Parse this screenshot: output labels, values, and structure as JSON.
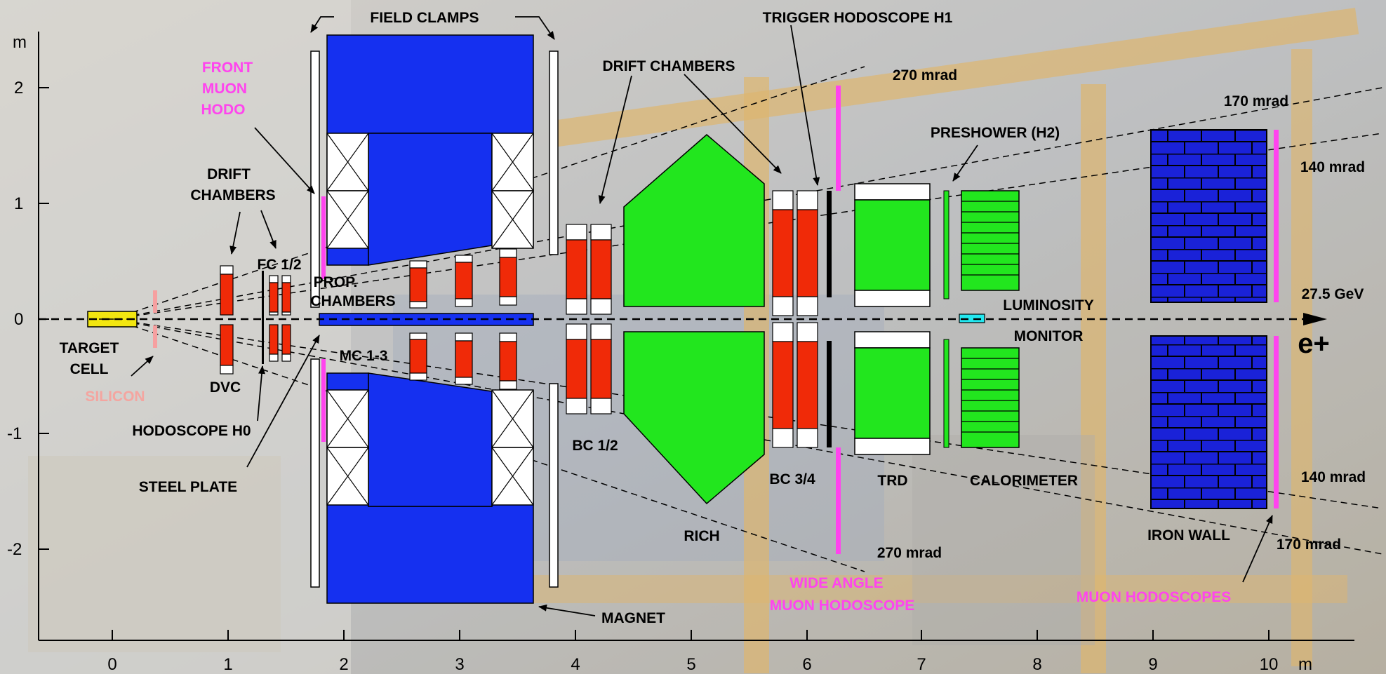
{
  "colors": {
    "magnet": "#1530f0",
    "rich": "#22e61e",
    "chamber": "#f02a08",
    "target": "#f2e610",
    "silicon": "#f6a0a0",
    "hodoscope": "#ff44ee",
    "iron_wall": "#1a22d8",
    "luminosity": "#22e8f0"
  },
  "axes": {
    "y_unit": "m",
    "x_unit": "m",
    "y_ticks": [
      "2",
      "1",
      "0",
      "-1",
      "-2"
    ],
    "x_ticks": [
      "0",
      "1",
      "2",
      "3",
      "4",
      "5",
      "6",
      "7",
      "8",
      "9",
      "10"
    ]
  },
  "labels": {
    "field_clamps": "FIELD CLAMPS",
    "trigger_h1": "TRIGGER HODOSCOPE H1",
    "front_muon_1": "FRONT",
    "front_muon_2": "MUON",
    "front_muon_3": "HODO",
    "drift_chambers_top": "DRIFT CHAMBERS",
    "drift_left_1": "DRIFT",
    "drift_left_2": "CHAMBERS",
    "fc12": "FC 1/2",
    "prop_1": "PROP.",
    "prop_2": "CHAMBERS",
    "preshower": "PRESHOWER (H2)",
    "luminosity_1": "LUMINOSITY",
    "luminosity_2": "MONITOR",
    "target_1": "TARGET",
    "target_2": "CELL",
    "silicon": "SILICON",
    "dvc": "DVC",
    "mc13": "MC 1-3",
    "hodoscope_h0": "HODOSCOPE H0",
    "steel_plate": "STEEL PLATE",
    "bc12": "BC 1/2",
    "bc34": "BC 3/4",
    "trd": "TRD",
    "calorimeter": "CALORIMETER",
    "rich": "RICH",
    "magnet": "MAGNET",
    "iron_wall": "IRON WALL",
    "wide_angle_1": "WIDE ANGLE",
    "wide_angle_2": "MUON HODOSCOPE",
    "muon_hodoscopes": "MUON HODOSCOPES",
    "energy": "27.5 GeV",
    "beam": "e+",
    "mrad_270_top": "270 mrad",
    "mrad_170_top": "170 mrad",
    "mrad_140_top": "140 mrad",
    "mrad_140_bottom": "140 mrad",
    "mrad_270_bottom": "270 mrad",
    "mrad_170_bottom": "170 mrad"
  }
}
